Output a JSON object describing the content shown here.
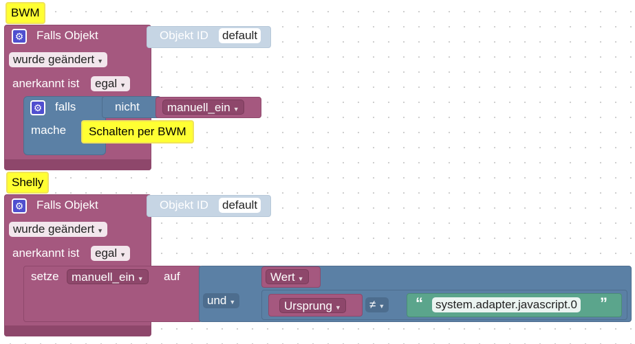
{
  "block1": {
    "tag": "BWM",
    "trigger_label": "Falls Objekt",
    "object_id_label": "Objekt ID",
    "object_id_value": "default",
    "changed_value": "wurde geändert",
    "ack_label": "anerkannt ist",
    "ack_value": "egal",
    "if_label": "falls",
    "not_label": "nicht",
    "var_value": "manuell_ein",
    "do_label": "mache",
    "comment": "Schalten per BWM"
  },
  "block2": {
    "tag": "Shelly",
    "trigger_label": "Falls Objekt",
    "object_id_label": "Objekt ID",
    "object_id_value": "default",
    "changed_value": "wurde geändert",
    "ack_label": "anerkannt ist",
    "ack_value": "egal",
    "set_label": "setze",
    "set_var": "manuell_ein",
    "to_label": "auf",
    "value_label": "Wert",
    "and_label": "und",
    "origin_label": "Ursprung",
    "neq_op": "≠",
    "string_value": "system.adapter.javascript.0"
  },
  "colors": {
    "event_block": "#a5587f",
    "logic_block": "#5b80a5",
    "text_block": "#5ba58c",
    "comment": "#ffff33",
    "gear": "#4f4fcf"
  },
  "icons": [
    "gear-icon",
    "dropdown-arrow-icon",
    "quote-open-icon",
    "quote-close-icon"
  ]
}
